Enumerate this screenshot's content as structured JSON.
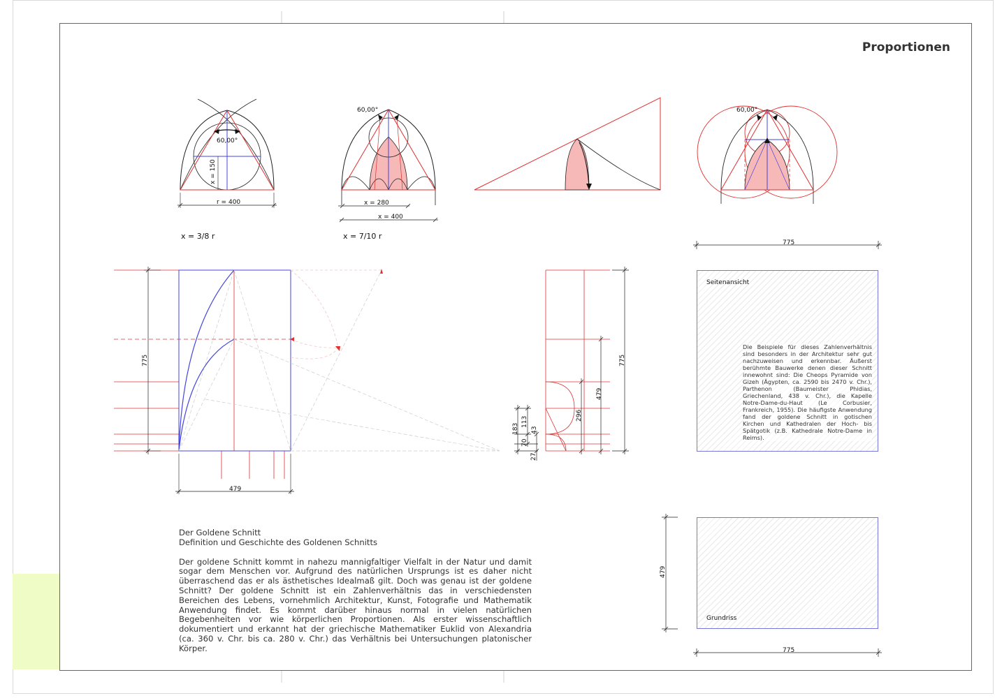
{
  "page_title": "Proportionen",
  "formulas": [
    "x = 3/8 r",
    "x = 7/10 r"
  ],
  "figure1": {
    "angle": "60,00°",
    "x_dim": "x = 150",
    "r_dim": "r = 400"
  },
  "figure2": {
    "angle": "60,00°",
    "x_dim": "x = 280",
    "r_dim": "x = 400"
  },
  "figure4": {
    "angle": "60,00°"
  },
  "main_drawing": {
    "height": "775",
    "width": "479"
  },
  "elevation_dims": {
    "total": "775",
    "d479": "479",
    "d296": "296",
    "d183": "183",
    "d113": "113",
    "d70": "70",
    "d43": "43",
    "d27": "27"
  },
  "side_view": {
    "label": "Seitenansicht",
    "width_dim": "775",
    "text": "Die Beispiele für dieses Zahlenverhältnis sind besonders in der Architektur sehr gut nachzuweisen und erkennbar. Äußerst berühmte Bauwerke denen dieser Schnitt innewohnt sind: Die Cheops Pyramide von Gizeh (Ägypten, ca. 2590 bis 2470 v. Chr.), Parthenon (Baumeister Phidias, Griechenland, 438 v. Chr.), die Kapelle Notre-Dame-du-Haut (Le Corbusier, Frankreich, 1955). Die häufigste Anwendung fand der goldene Schnitt in gotischen Kirchen und Kathedralen der Hoch- bis Spätgotik (z.B. Kathedrale Notre-Dame in Reims)."
  },
  "ground_plan": {
    "label": "Grundriss",
    "height_dim": "479",
    "width_dim": "775"
  },
  "essay": {
    "heading": "Der Goldene Schnitt",
    "subheading": "Definition und Geschichte des Goldenen Schnitts",
    "body": "Der goldene Schnitt kommt in nahezu mannigfaltiger Vielfalt in der Natur und damit sogar dem Menschen vor. Aufgrund des natürlichen Ursprungs ist es daher nicht überraschend das er als ästhetisches Idealmaß gilt. Doch was genau ist der goldene Schnitt? Der goldene Schnitt ist ein Zahlenverhältnis das in verschiedensten Bereichen des Lebens, vornehmlich Architektur, Kunst, Fotografie und Mathematik Anwendung findet. Es kommt darüber hinaus normal in vielen natürlichen Begebenheiten vor wie körperlichen Proportionen. Als erster wissenschaftlich dokumentiert und erkannt hat der griechische Mathematiker Euklid von Alexandria (ca. 360 v. Chr. bis ca. 280 v. Chr.) das Verhältnis bei Untersuchungen platonischer Körper."
  },
  "colors": {
    "red": "#e03030",
    "blue": "#4444dd",
    "black": "#222222",
    "fill": "#f7b8b8",
    "grid": "#cccccc"
  }
}
